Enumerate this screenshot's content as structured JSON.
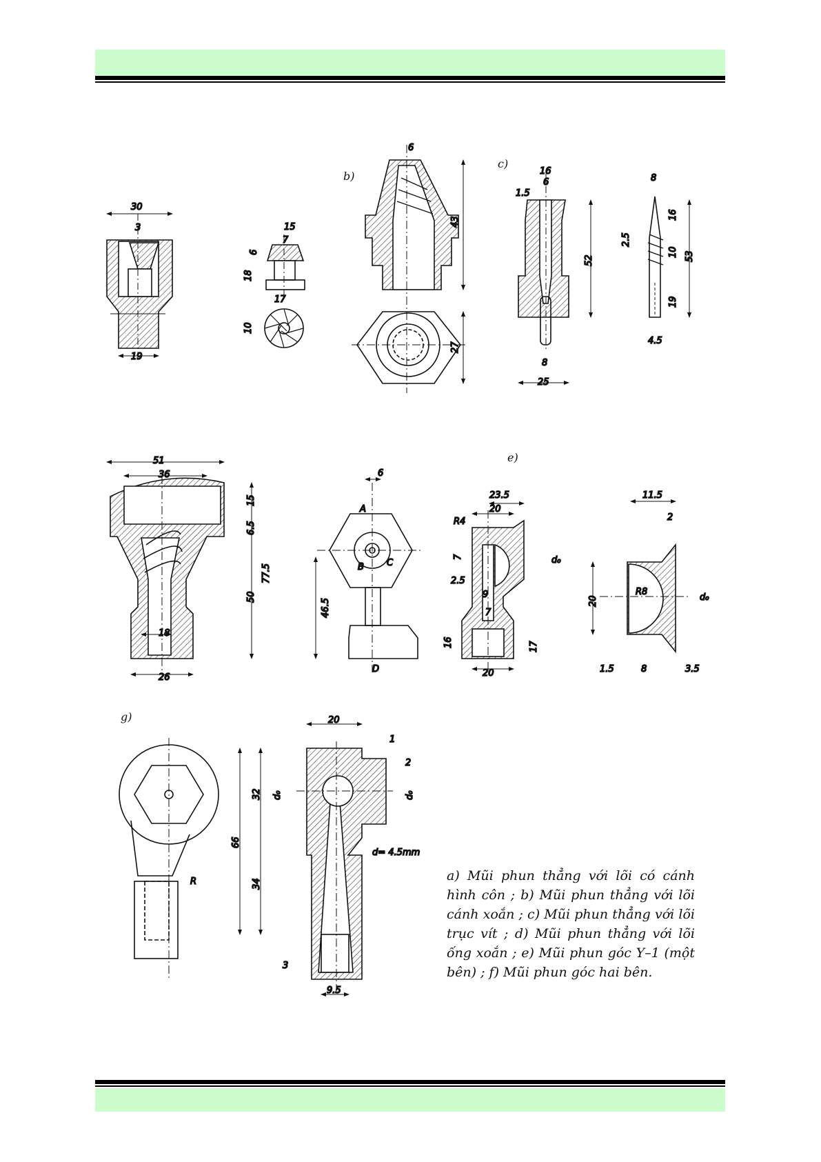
{
  "figure_labels": {
    "b": "b)",
    "c": "c)",
    "e": "e)",
    "g": "g)"
  },
  "dimensions": {
    "a": [
      "30",
      "3",
      "19"
    ],
    "a2": [
      "15",
      "7",
      "6",
      "18",
      "17",
      "10"
    ],
    "b": [
      "6",
      "43",
      "27"
    ],
    "c": [
      "16",
      "6",
      "1.5",
      "52",
      "8",
      "25"
    ],
    "c2": [
      "8",
      "16",
      "2.5",
      "10",
      "53",
      "19",
      "4.5"
    ],
    "d": [
      "51",
      "36",
      "15",
      "6.5",
      "77.5",
      "50",
      "18",
      "26"
    ],
    "hex": [
      "6",
      "A",
      "B",
      "C",
      "46.5",
      "D"
    ],
    "e": [
      "23.5",
      "20",
      "R4",
      "7",
      "2.5",
      "9",
      "7",
      "16",
      "17",
      "20",
      "d₀"
    ],
    "f": [
      "11.5",
      "2",
      "20",
      "R8",
      "d₀",
      "1.5",
      "8",
      "3.5"
    ],
    "g": [
      "20",
      "1",
      "2",
      "32",
      "66",
      "34",
      "d= 4.5mm",
      "3",
      "9.5",
      "R",
      "d₀",
      "d₀"
    ]
  },
  "caption": "a) Mũi phun thẳng với lõi có cánh hình côn ; b) Mũi phun thẳng với lõi cánh xoắn ; c) Mũi phun thẳng với lõi trục vít ; d) Mũi phun thẳng với lõi ống xoắn ; e) Mũi phun góc Y–1 (một bên) ; f) Mũi phun góc hai bên.",
  "colors": {
    "band": "#ccfccc",
    "ink": "#111111",
    "hatch": "#333333"
  }
}
